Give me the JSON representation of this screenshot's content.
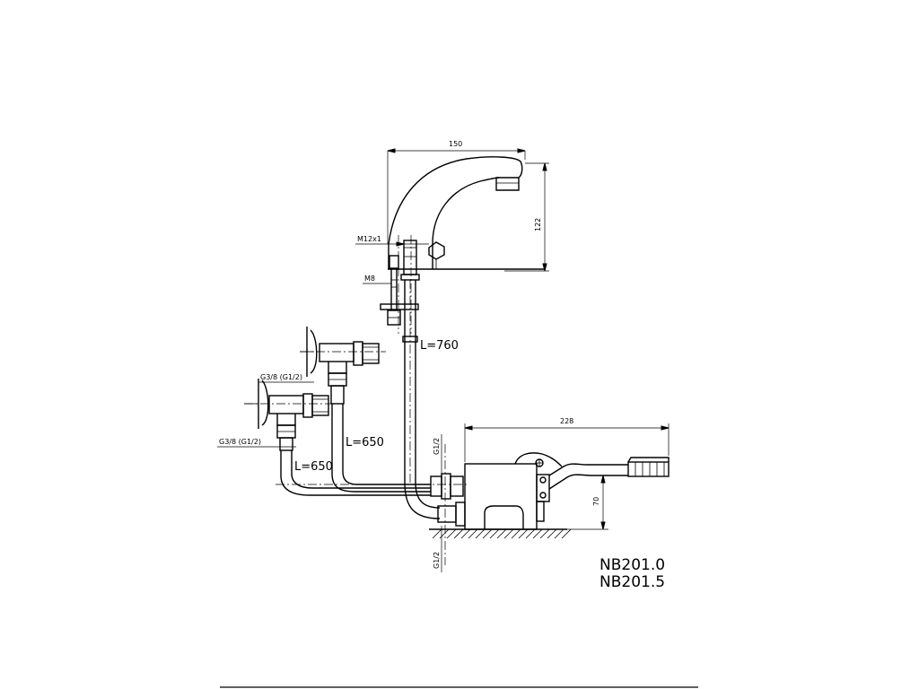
{
  "dimensions": {
    "spout_reach": "150",
    "spout_height": "122",
    "valve_length": "228",
    "valve_height": "70"
  },
  "thread_labels": {
    "mount_thread": "M12x1",
    "stud_thread": "M8",
    "upper_inlet": "G3/8  (G1/2)",
    "lower_inlet": "G3/8  (G1/2)",
    "valve_inlet": "G1/2",
    "valve_outlet": "G1/2"
  },
  "hose_lengths": {
    "riser_hose": "L=760",
    "upper_hose": "L=650",
    "lower_hose": "L=650"
  },
  "models": [
    "NB201.0",
    "NB201.5"
  ]
}
